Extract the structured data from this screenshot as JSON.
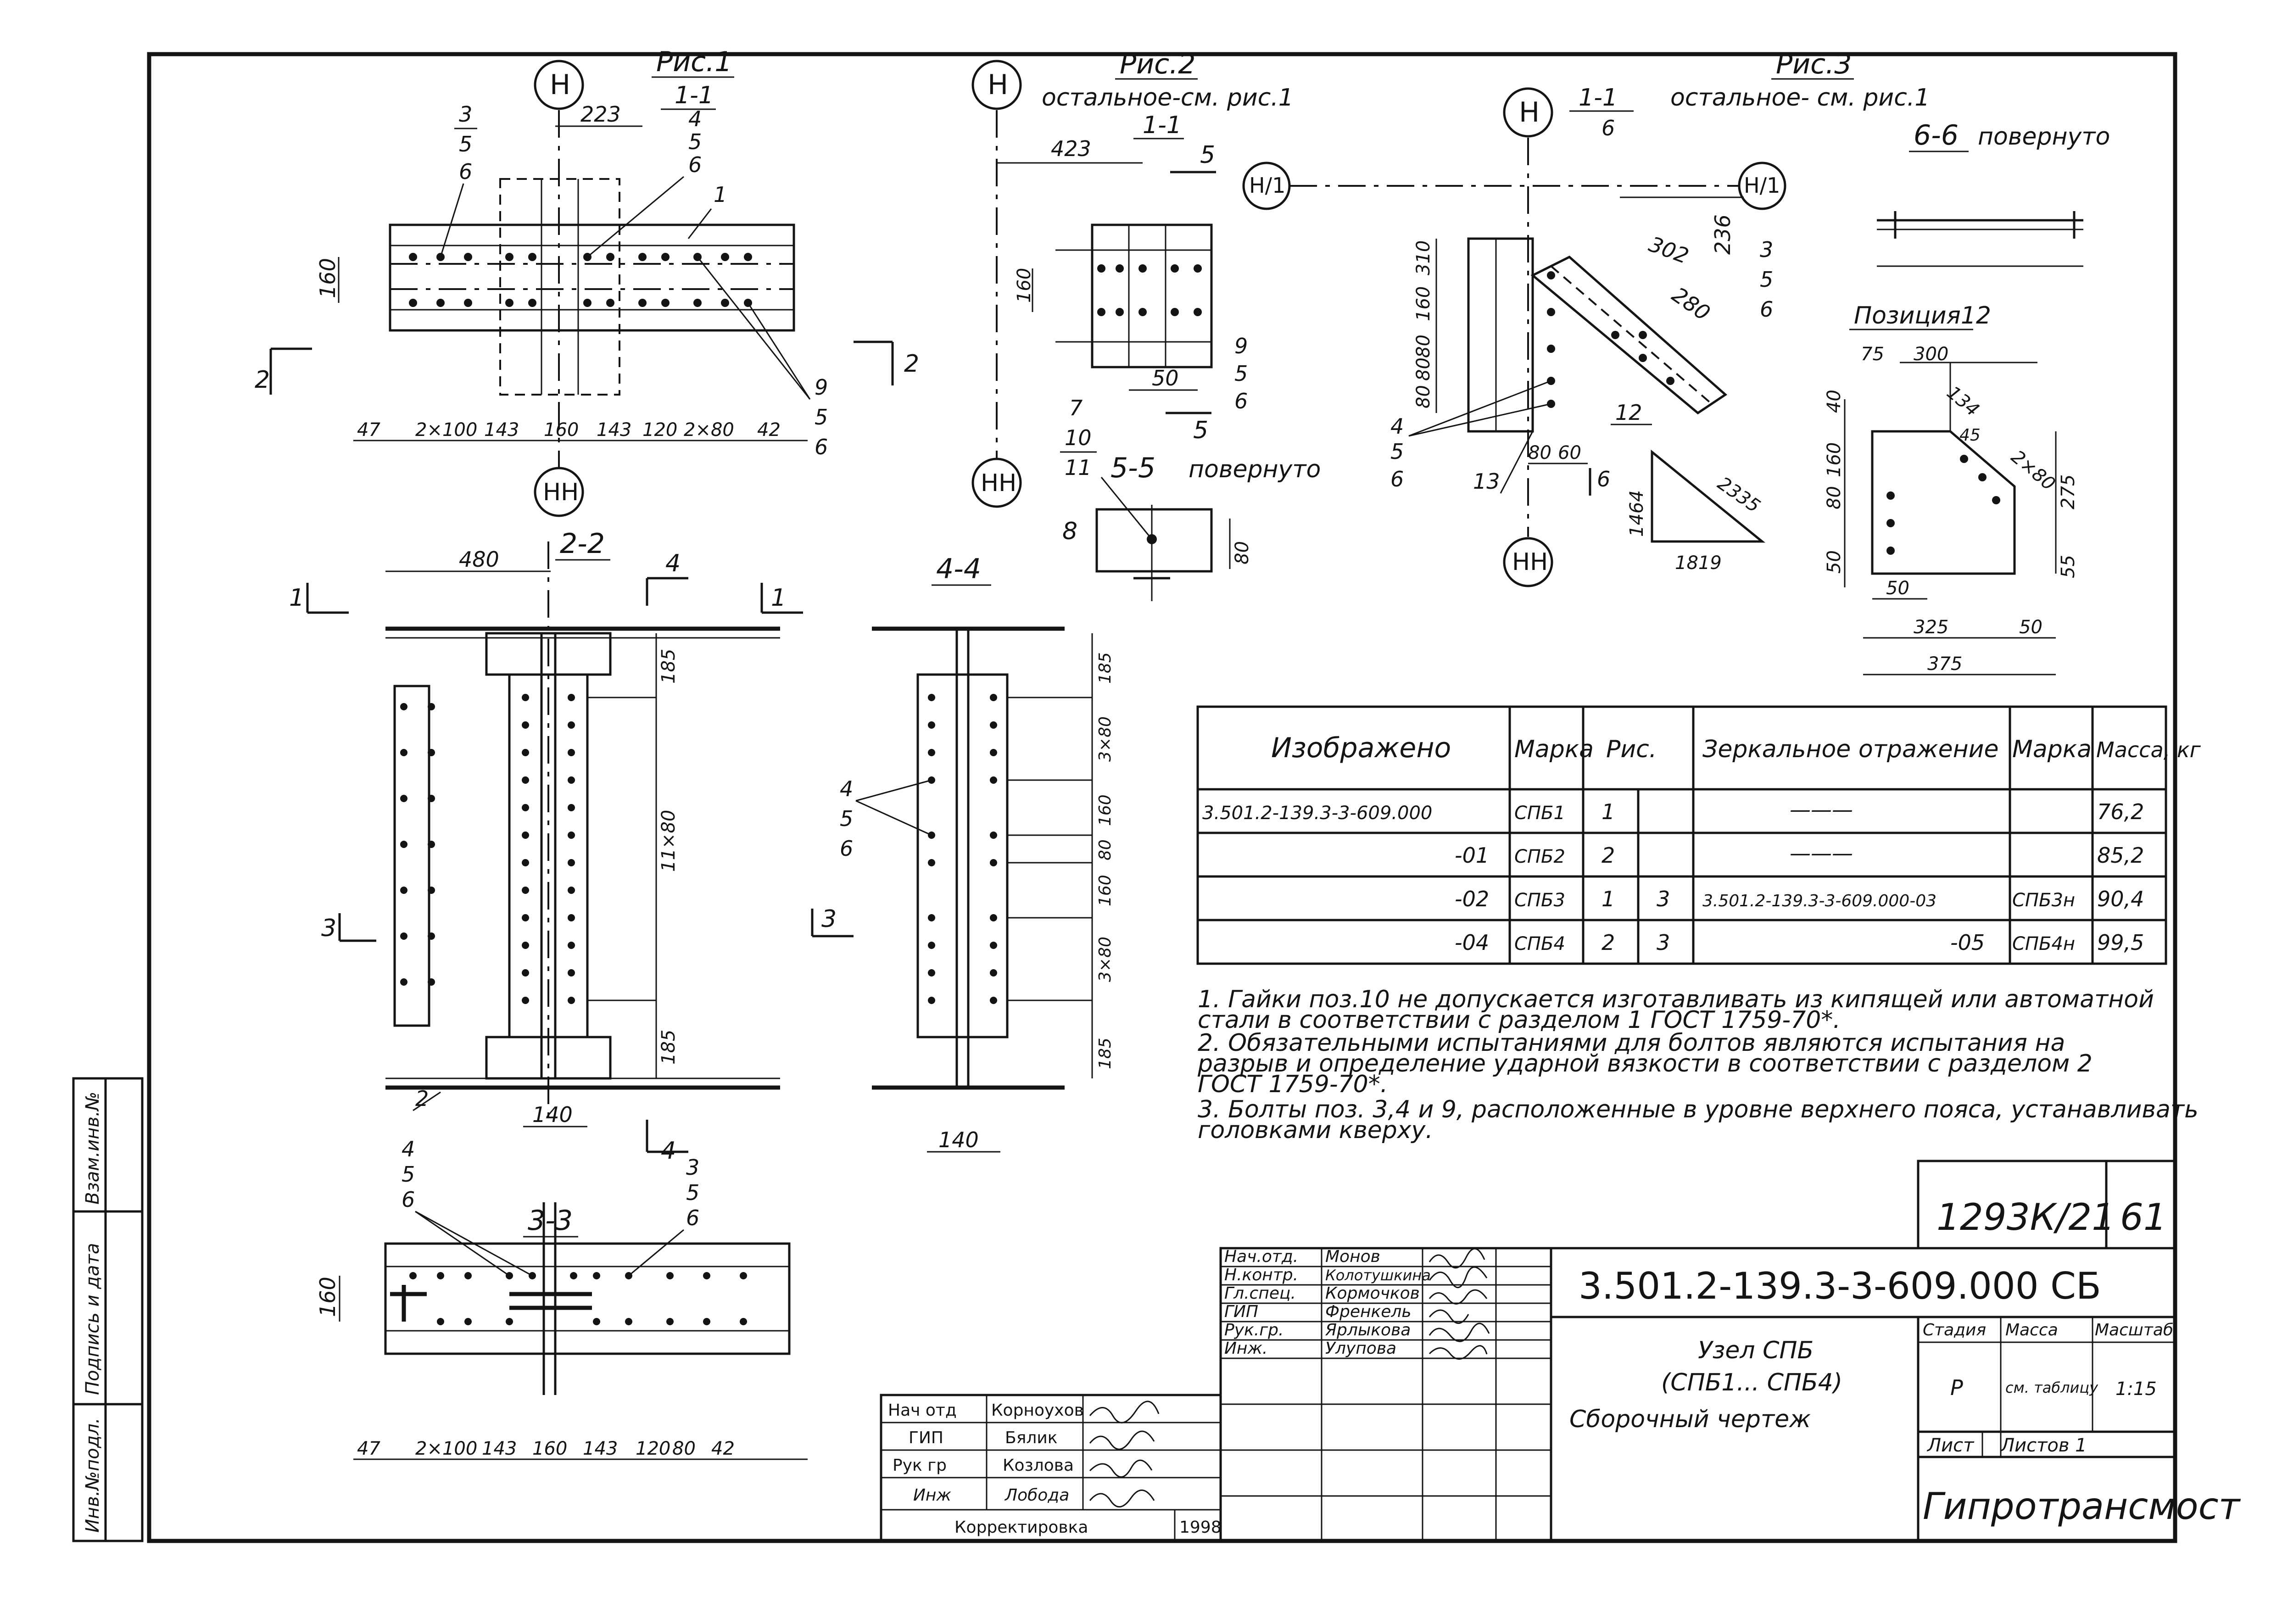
{
  "fig1": {
    "title": "Рис.1",
    "section": "1-1",
    "axis_top": "Н",
    "axis_bottom": "НН",
    "dim_top": "223",
    "dim_h": "160",
    "bottom_dims": [
      "47",
      "2×100",
      "143",
      "160",
      "143",
      "120",
      "2×80",
      "42"
    ],
    "lbl_left": [
      "3",
      "5",
      "6"
    ],
    "lbl_mid": [
      "4",
      "5",
      "6"
    ],
    "lbl_one": "1",
    "lbl_right": [
      "9",
      "5",
      "6"
    ],
    "cut_left": "2",
    "cut_right": "2"
  },
  "fig2": {
    "title": "Рис.2",
    "note": "остальное-см. рис.1",
    "section": "1-1",
    "axis_top": "Н",
    "axis_bottom": "НН",
    "dim_top": "423",
    "dim_h": "160",
    "dim_bot": "50",
    "cut": "5",
    "lbl_right": [
      "9",
      "5",
      "6"
    ]
  },
  "fig55": {
    "title": "5-5",
    "note": "повернуто",
    "labels": [
      "7",
      "10",
      "11"
    ],
    "pos8": "8",
    "dim": "80"
  },
  "fig3": {
    "title": "Рис.3",
    "note": "остальное- см. рис.1",
    "section": "1-1",
    "section_sub": "6",
    "axis_top": "Н",
    "axis_left": "Н/1",
    "axis_right": "Н/1",
    "axis_bottom": "НН",
    "dims_left": [
      "310",
      "160",
      "80",
      "80",
      "80"
    ],
    "dim_302": "302",
    "dim_236": "236",
    "dim_280": "280",
    "lbl_right": [
      "3",
      "5",
      "6"
    ],
    "lbl_left": [
      "4",
      "5",
      "6"
    ],
    "lbl_12": "12",
    "lbl_13": "13",
    "bot_dims": [
      "80",
      "60"
    ],
    "cut": "6",
    "triangle": {
      "a": "1464",
      "b": "2335",
      "c": "1819"
    }
  },
  "fig66": {
    "title": "6-6",
    "note": "повернуто"
  },
  "pos12": {
    "title": "Позиция12",
    "dims": [
      "75",
      "300",
      "134",
      "40",
      "160",
      "80",
      "50",
      "45",
      "2×80",
      "275",
      "55",
      "50",
      "325",
      "50",
      "375"
    ]
  },
  "sec22": {
    "title": "2-2",
    "dim_top": "480",
    "dims_right": [
      "185",
      "11×80",
      "185"
    ],
    "dim_bot": "140",
    "cuts": [
      "1",
      "4",
      "1",
      "3",
      "3",
      "4",
      "2"
    ]
  },
  "sec44": {
    "title": "4-4",
    "dims_right": [
      "185",
      "3×80",
      "160",
      "80",
      "160",
      "3×80",
      "185"
    ],
    "dim_bot": "140",
    "lbl": [
      "4",
      "5",
      "6"
    ]
  },
  "sec33": {
    "title": "3-3",
    "dim_h": "160",
    "lbl_left": [
      "4",
      "5",
      "6"
    ],
    "lbl_right": [
      "3",
      "5",
      "6"
    ],
    "bottom_dims": [
      "47",
      "2×100",
      "143",
      "160",
      "143",
      "120",
      "80",
      "42"
    ]
  },
  "spec": {
    "headers": [
      "Изображено",
      "Марка",
      "Рис.",
      "Зеркальное отражение",
      "Марка",
      "Масса, кг"
    ],
    "rows": [
      {
        "doc": "3.501.2-139.3-3-609.000",
        "mark": "СПБ1",
        "fig": "1",
        "fig2": "",
        "mirror": "———",
        "mmark": "",
        "mass": "76,2"
      },
      {
        "doc": "-01",
        "mark": "СПБ2",
        "fig": "2",
        "fig2": "",
        "mirror": "———",
        "mmark": "",
        "mass": "85,2"
      },
      {
        "doc": "-02",
        "mark": "СПБ3",
        "fig": "1",
        "fig2": "3",
        "mirror": "3.501.2-139.3-3-609.000-03",
        "mmark": "СПБ3н",
        "mass": "90,4"
      },
      {
        "doc": "-04",
        "mark": "СПБ4",
        "fig": "2",
        "fig2": "3",
        "mirror": "-05",
        "mmark": "СПБ4н",
        "mass": "99,5"
      }
    ]
  },
  "notes": [
    "1. Гайки поз.10 не допускается изготавливать из кипящей или автоматной",
    "стали в соответствии с разделом 1 ГОСТ 1759-70*.",
    "2. Обязательными испытаниями для болтов являются испытания на",
    "разрыв и определение ударной вязкости в соответствии с разделом 2",
    "ГОСТ 1759-70*.",
    "3. Болты поз. 3,4 и 9, расположенные в уровне верхнего пояса, устанавливать",
    "головками кверху."
  ],
  "stamp": {
    "archive": "1293К/21",
    "sheet_num": "61",
    "doc_code": "3.501.2-139.3-3-609.000 СБ",
    "title_lines": [
      "Узел СПБ",
      "(СПБ1... СПБ4)",
      "Сборочный чертеж"
    ],
    "roles": [
      {
        "role": "Нач.отд.",
        "name": "Монов"
      },
      {
        "role": "Н.контр.",
        "name": "Колотушкина"
      },
      {
        "role": "Гл.спец.",
        "name": "Кормочков"
      },
      {
        "role": "ГИП",
        "name": "Френкель"
      },
      {
        "role": "Рук.гр.",
        "name": "Ярлыкова"
      },
      {
        "role": "Инж.",
        "name": "Улупова"
      }
    ],
    "stage_h": "Стадия",
    "mass_h": "Масса",
    "scale_h": "Масштаб",
    "stage": "Р",
    "mass": "см. таблицу",
    "scale": "1:15",
    "sheet_h": "Лист",
    "sheets_h": "Листов 1",
    "org": "Гипротрансмост"
  },
  "stamp2": {
    "rows": [
      {
        "role": "Нач отд",
        "name": "Корноухов"
      },
      {
        "role": "ГИП",
        "name": "Бялик"
      },
      {
        "role": "Рук гр",
        "name": "Козлова"
      },
      {
        "role": "Инж",
        "name": "Лобода"
      }
    ],
    "note": "Корректировка",
    "year": "1998"
  },
  "side": [
    "Инв.№подл.",
    "Подпись и дата",
    "Взам.инв.№"
  ]
}
